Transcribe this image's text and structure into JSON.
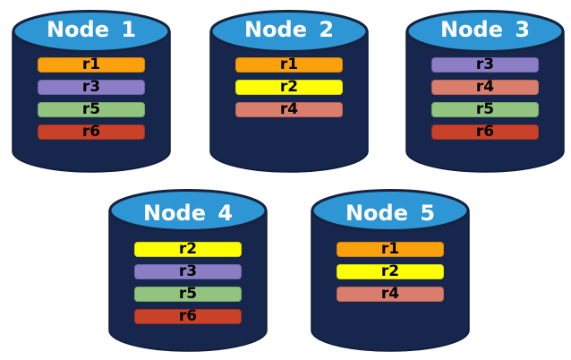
{
  "diagram": {
    "nodes": [
      {
        "title": "Node 1",
        "replicas": [
          "r1",
          "r3",
          "r5",
          "r6"
        ]
      },
      {
        "title": "Node 2",
        "replicas": [
          "r1",
          "r2",
          "r4"
        ]
      },
      {
        "title": "Node 3",
        "replicas": [
          "r3",
          "r4",
          "r5",
          "r6"
        ]
      },
      {
        "title": "Node 4",
        "replicas": [
          "r2",
          "r3",
          "r5",
          "r6"
        ]
      },
      {
        "title": "Node 5",
        "replicas": [
          "r1",
          "r2",
          "r4"
        ]
      }
    ],
    "replica_styles": {
      "r1": {
        "fill": "#FCA10E",
        "border": "#D68400"
      },
      "r2": {
        "fill": "#FEFE05",
        "border": "#D9D200"
      },
      "r3": {
        "fill": "#8B7EC4",
        "border": "#6F64A9"
      },
      "r4": {
        "fill": "#D97E6C",
        "border": "#BA6353"
      },
      "r5": {
        "fill": "#92C37F",
        "border": "#74A862"
      },
      "r6": {
        "fill": "#C84128",
        "border": "#A33118"
      }
    },
    "label_color": "#000000",
    "cylinder_colors": {
      "body": "#17264C",
      "body_outline": "#0E1B38",
      "top": "#2E96D4",
      "top_outline": "#15233F",
      "title_color": "#FFFFFF"
    }
  }
}
